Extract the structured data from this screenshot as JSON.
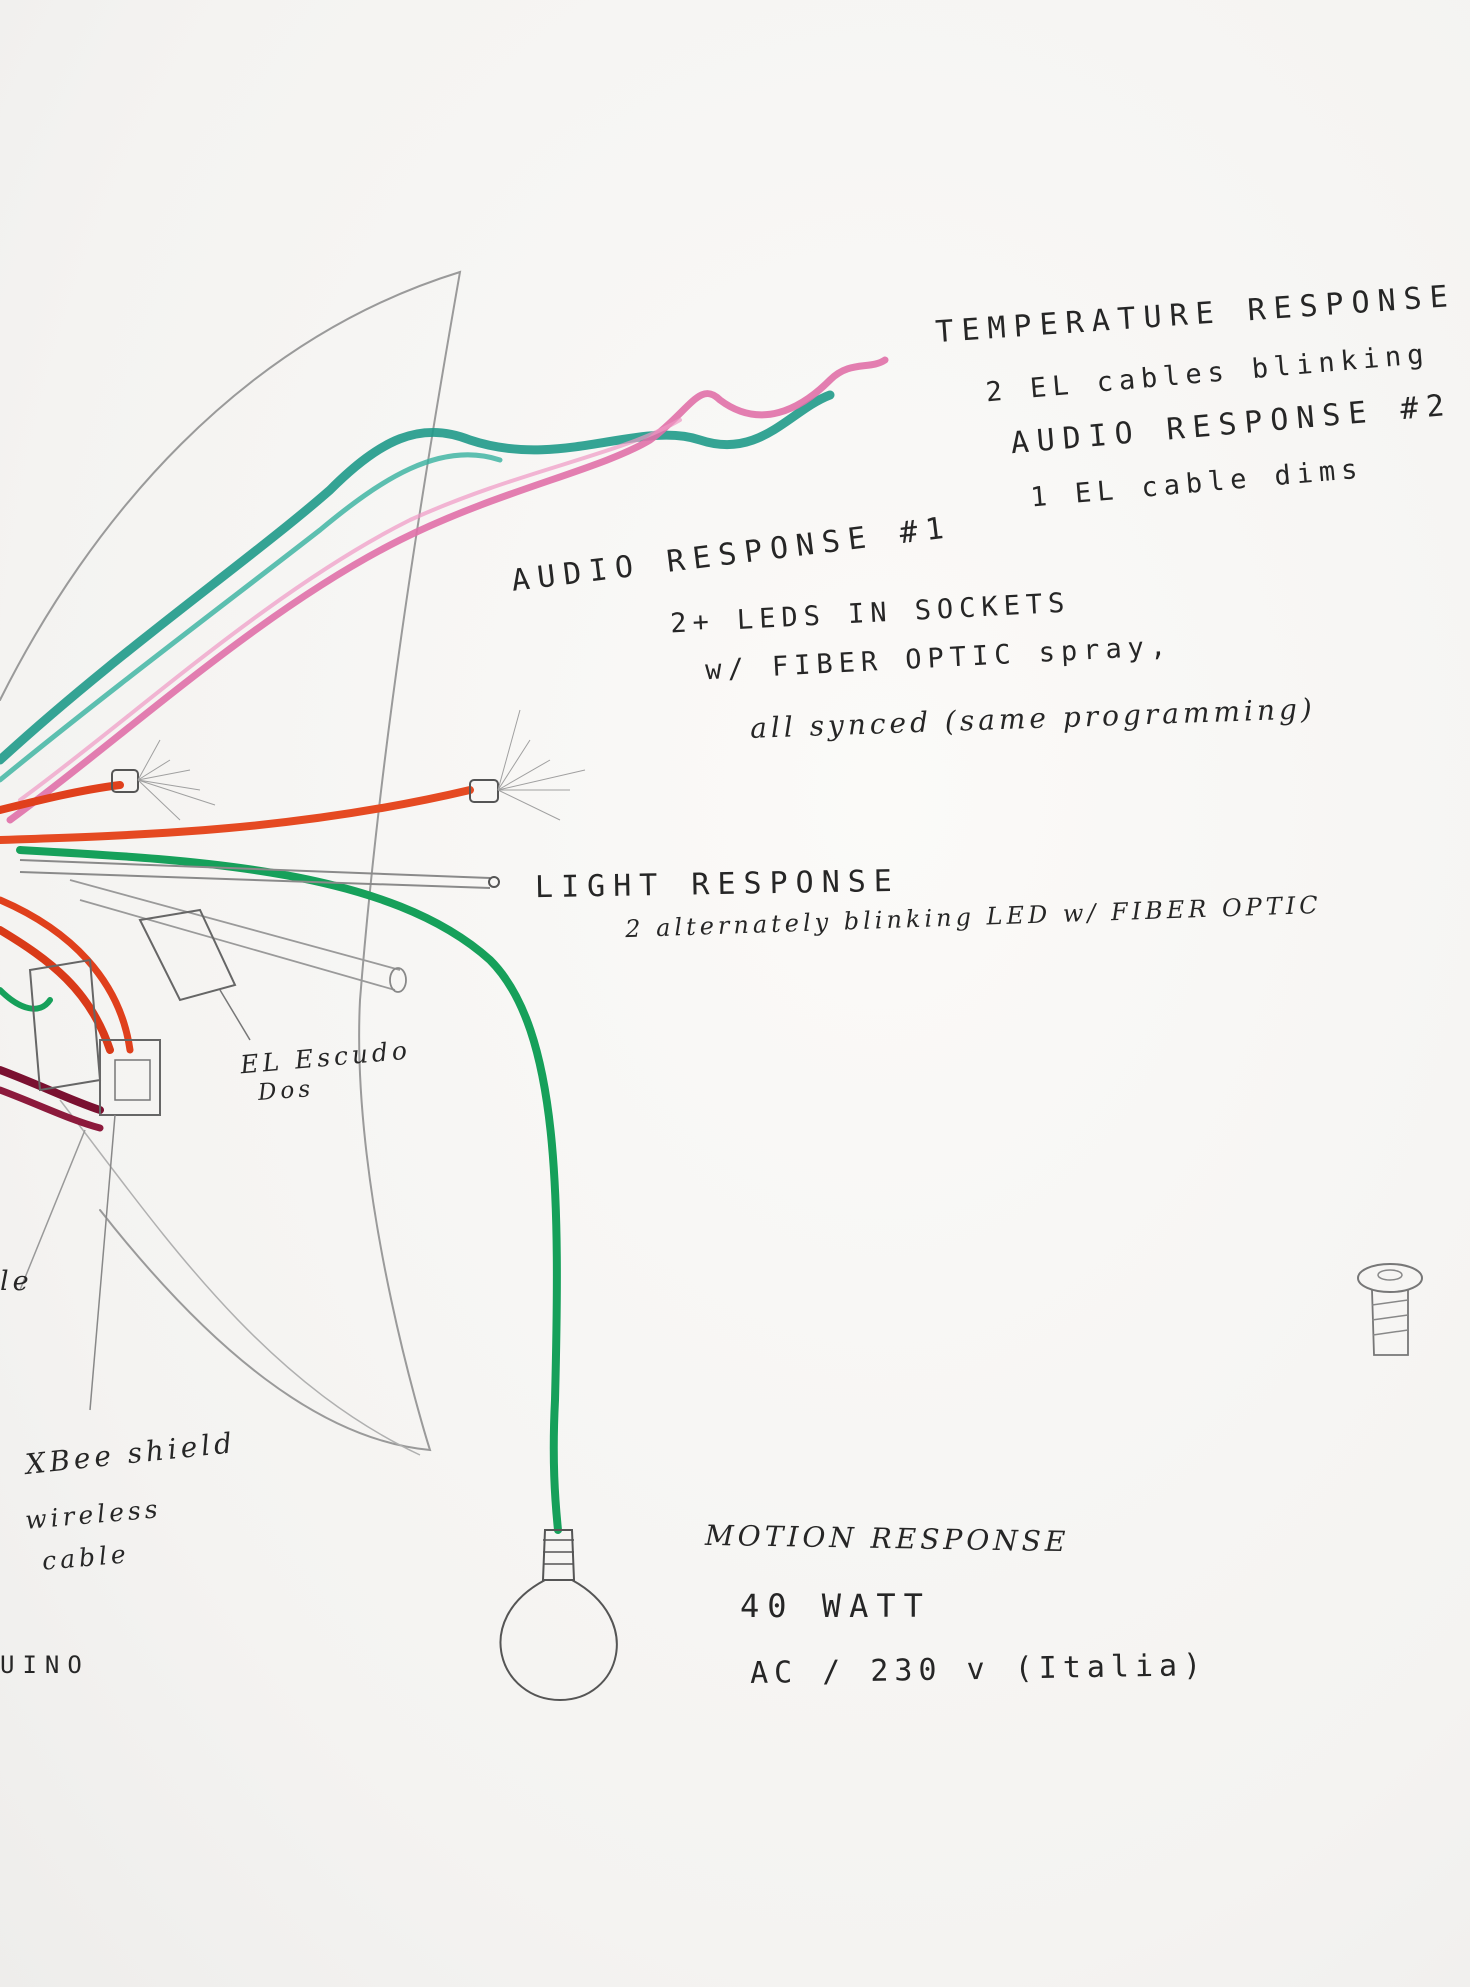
{
  "annotations": {
    "temperature_title": "TEMPERATURE RESPONSE",
    "temperature_detail": "2 EL cables blinking",
    "audio2_title": "AUDIO RESPONSE #2",
    "audio2_detail": "1 EL cable dims",
    "audio1_title": "AUDIO RESPONSE #1",
    "audio1_line1": "2+ LEDS IN SOCKETS",
    "audio1_line2": "w/ FIBER OPTIC spray,",
    "audio1_line3": "all synced (same programming)",
    "light_title": "LIGHT RESPONSE",
    "light_detail": "2 alternately blinking LED w/ FIBER OPTIC",
    "el_escudo_line1": "EL Escudo",
    "el_escudo_line2": "Dos",
    "cable_fragment": "le",
    "xbee_line1": "XBee shield",
    "xbee_line2": "wireless",
    "xbee_line3": "cable",
    "arduino_fragment": "UINO",
    "motion_title": "MOTION RESPONSE",
    "motion_line1": "40 WATT",
    "motion_line2": "AC / 230 v (Italia)"
  },
  "colors": {
    "pencil": "#8a8a8a",
    "teal_cable": "#1f9a8a",
    "pink_cable": "#e070a8",
    "red_cable": "#e0401c",
    "green_cable": "#16a05a",
    "maroon_cable": "#7a1030",
    "ink": "#262626"
  },
  "icons": [
    "light-bulb-icon",
    "led-socket-icon",
    "screw-icon"
  ]
}
